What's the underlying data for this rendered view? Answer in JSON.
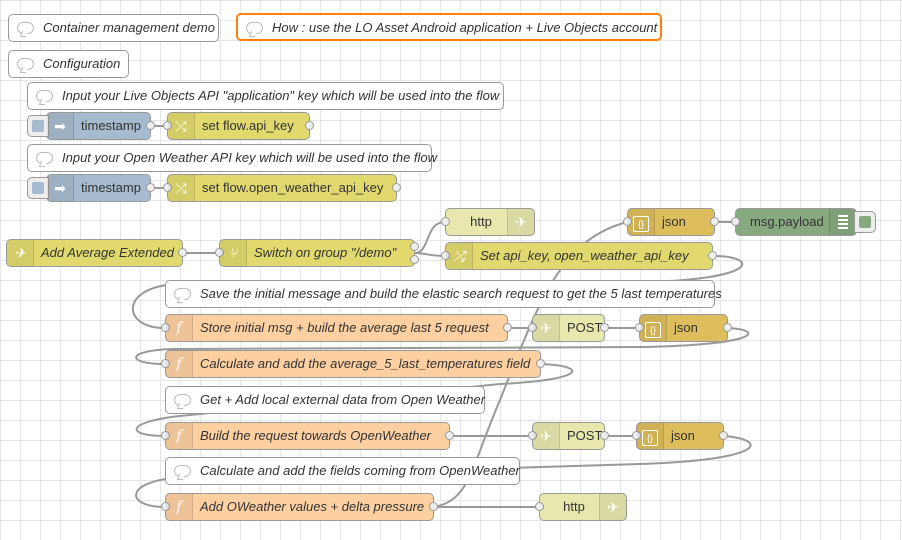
{
  "comments": {
    "container_demo": "Container management demo",
    "how": "How : use the LO Asset Android application + Live Objects account",
    "configuration": "Configuration",
    "lo_api_key": "Input your Live Objects API \"application\" key which will be used into the flow",
    "ow_api_key": "Input your Open Weather API key which will be used into the flow",
    "save_initial": "Save the initial message and build the elastic search request to get the 5 last temperatures",
    "get_add_local": "Get + Add local external data from Open Weather",
    "calc_fields_ow": "Calculate and add the fields coming from OpenWeather"
  },
  "nodes": {
    "timestamp_1": "timestamp",
    "set_api_key": "set flow.api_key",
    "timestamp_2": "timestamp",
    "set_ow_key": "set flow.open_weather_api_key",
    "http_top": "http",
    "json_top": "json",
    "msg_payload": "msg.payload",
    "add_avg_ext": "Add Average Extended",
    "switch_group": "Switch on group \"/demo\"",
    "set_keys": "Set api_key, open_weather_api_key",
    "store_initial": "Store initial msg + build the average last 5 request",
    "post_1": "POST",
    "json_1": "json",
    "calc_avg": "Calculate and add the average_5_last_temperatures field",
    "build_ow": "Build the request towards OpenWeather",
    "post_2": "POST",
    "json_2": "json",
    "add_ow_values": "Add OWeather values + delta pressure",
    "http_bottom": "http"
  },
  "icons": {
    "comment": "speech-bubble-icon",
    "inject": "arrow-right-icon",
    "change": "shuffle-icon",
    "switch": "branch-icon",
    "http": "globe-icon",
    "json": "braces-icon",
    "debug": "bars-icon",
    "function": "function-f-icon",
    "link": "link-icon"
  },
  "colors": {
    "inject": "#a6bbcf",
    "change": "#e2d96e",
    "http": "#e7e7ae",
    "json": "#debd5c",
    "debug": "#87a980",
    "function": "#fdd0a2",
    "highlight": "#ff7f0e"
  }
}
